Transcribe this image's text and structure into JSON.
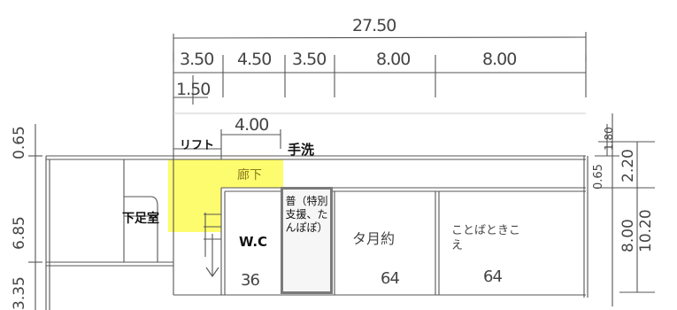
{
  "dimensions": {
    "total_width": "27.50",
    "segments": [
      "3.50",
      "4.50",
      "3.50",
      "8.00",
      "8.00"
    ],
    "sub_segment": "1.50",
    "corridor_span": "4.00",
    "left_heights": [
      "0.65",
      "6.85",
      "3.35"
    ],
    "right_small_a": "0.65",
    "right_small_b": "1.80",
    "right_heights": [
      "2.20",
      "8.00",
      "10.20"
    ]
  },
  "labels": {
    "lift": "リフト",
    "handwash": "手洗",
    "corridor": "廊下",
    "shoe_room": "下足室",
    "wc": "W.C",
    "special_room": "普（特別支援、たんぽぽ）",
    "classroom_a": "タ月約",
    "classroom_b": "ことばときこえ"
  },
  "room_areas": {
    "wc": "36",
    "classroom_a": "64",
    "classroom_b": "64"
  },
  "colors": {
    "highlight": "#fdfc6e",
    "pencil": "#555555",
    "special_border": "#7a7a7a"
  }
}
